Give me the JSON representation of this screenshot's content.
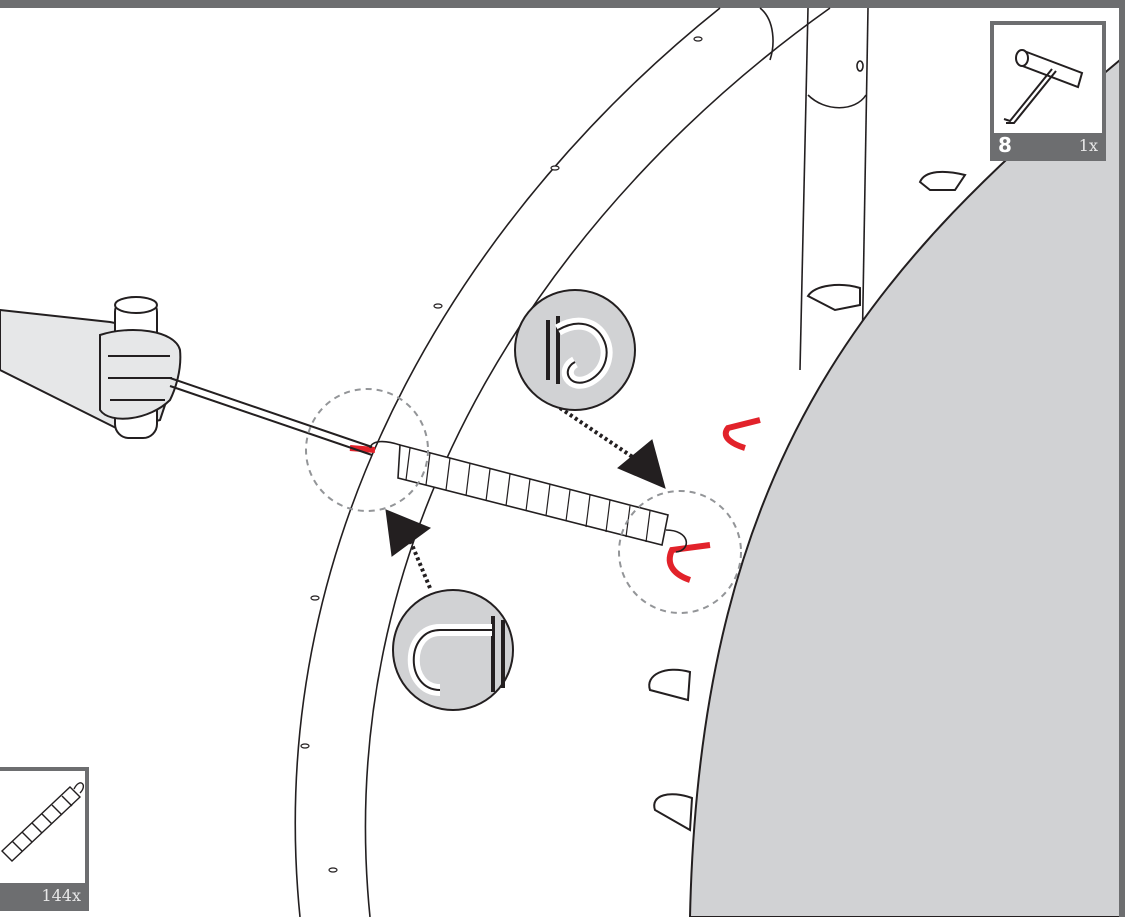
{
  "parts": {
    "tool": {
      "number": "8",
      "quantity": "1x",
      "icon": "spring-puller-tool-icon"
    },
    "spring": {
      "number": "",
      "quantity": "144x",
      "icon": "spring-icon"
    }
  },
  "colors": {
    "frame": "#6d6e70",
    "mat": "#d1d2d4",
    "highlight": "#e2222a",
    "outline": "#231f20"
  },
  "illustration": {
    "subject": "trampoline-spring-attachment",
    "callouts": [
      "frame-hook-detail",
      "mat-ring-hook-detail"
    ]
  }
}
